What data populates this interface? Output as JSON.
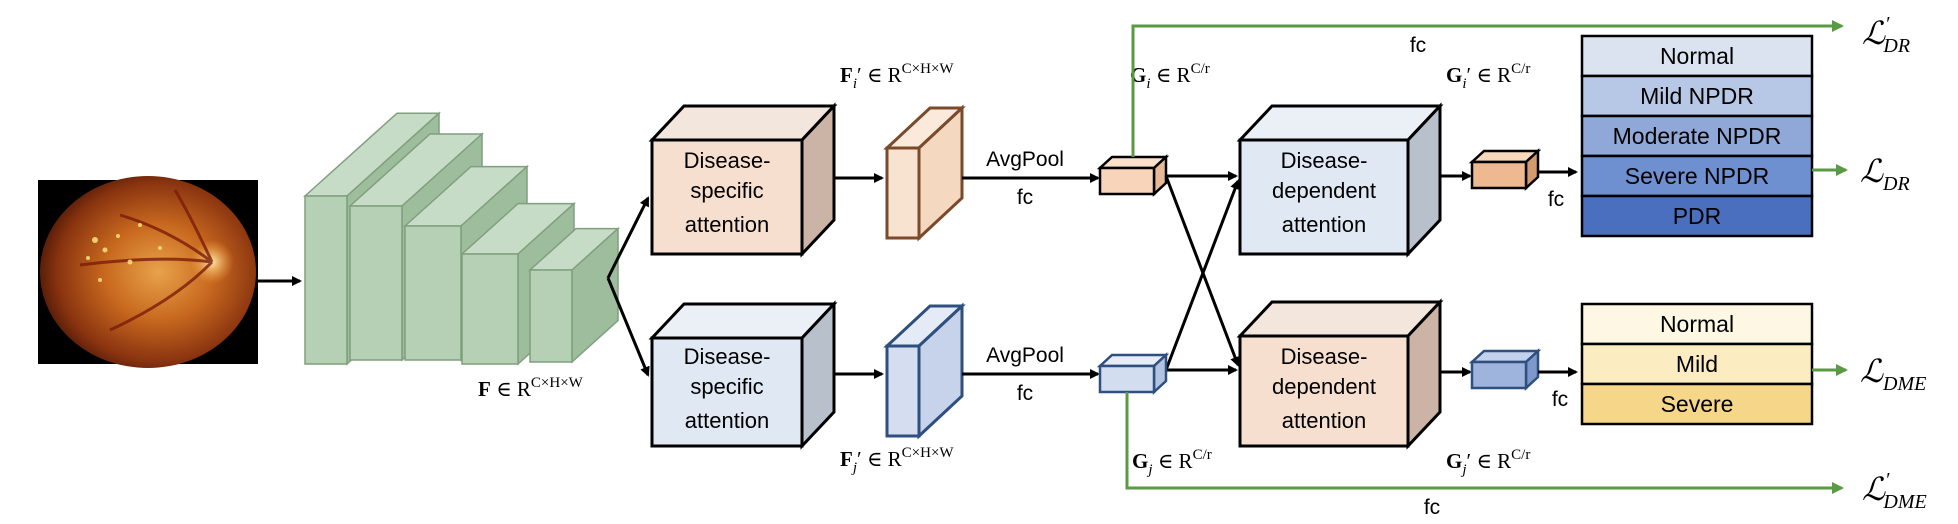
{
  "colors": {
    "backbone": "#a9c6a8",
    "backbone_edge": "#7f9f7e",
    "peach": "#f5dccb",
    "peach_edge": "#000000",
    "blue_light": "#dfe7f3",
    "blue_edge": "#2f4f7f",
    "vec_peach": "#f4cfb2",
    "vec_peach_edge": "#7a4a2a",
    "vec_blue": "#9fb4dc",
    "vec_blue_edge": "#2f4f7f",
    "green_arrow": "#5a9a45",
    "dr_levels": [
      "#dbe3f1",
      "#b7c7e6",
      "#8fa8d8",
      "#6e8fd0",
      "#4a6fbf"
    ],
    "dme_levels": [
      "#fdf7e3",
      "#fbecc1",
      "#f6d789"
    ]
  },
  "backbone": {
    "feature_label": "F ∈ R",
    "feature_sup": "C×H×W"
  },
  "top_branch": {
    "attention_label": [
      "Disease-",
      "specific",
      "attention"
    ],
    "feature_label_main": "F",
    "feature_label_sub": "i",
    "feature_label_rest": "′ ∈ R",
    "feature_label_sup": "C×H×W",
    "pool_label": "AvgPool",
    "fc_label": "fc",
    "vector_label_main": "G",
    "vector_label_sub": "i",
    "vector_label_rest": " ∈ R",
    "vector_label_sup": "C/r",
    "dependent_label": [
      "Disease-",
      "dependent",
      "attention"
    ],
    "out_vector_main": "G",
    "out_vector_sub": "i",
    "out_vector_rest": "′ ∈ R",
    "out_vector_sup": "C/r",
    "out_fc": "fc",
    "skip_fc": "fc",
    "loss_main": "ℒ",
    "loss_sub": "DR",
    "loss_prime_main": "ℒ",
    "loss_prime_sub": "DR",
    "grades": [
      "Normal",
      "Mild NPDR",
      "Moderate NPDR",
      "Severe NPDR",
      "PDR"
    ]
  },
  "bottom_branch": {
    "attention_label": [
      "Disease-",
      "specific",
      "attention"
    ],
    "feature_label_main": "F",
    "feature_label_sub": "j",
    "feature_label_rest": "′ ∈ R",
    "feature_label_sup": "C×H×W",
    "pool_label": "AvgPool",
    "fc_label": "fc",
    "vector_label_main": "G",
    "vector_label_sub": "j",
    "vector_label_rest": " ∈ R",
    "vector_label_sup": "C/r",
    "dependent_label": [
      "Disease-",
      "dependent",
      "attention"
    ],
    "out_vector_main": "G",
    "out_vector_sub": "j",
    "out_vector_rest": "′ ∈ R",
    "out_vector_sup": "C/r",
    "out_fc": "fc",
    "skip_fc": "fc",
    "loss_main": "ℒ",
    "loss_sub": "DME",
    "loss_prime_main": "ℒ",
    "loss_prime_sub": "DME",
    "grades": [
      "Normal",
      "Mild",
      "Severe"
    ]
  }
}
